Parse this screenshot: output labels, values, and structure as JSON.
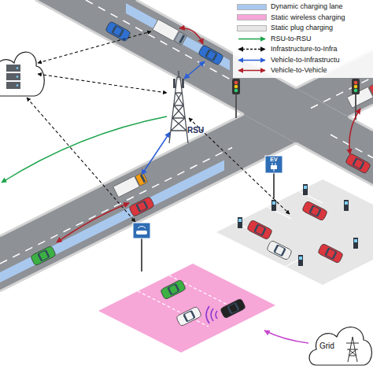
{
  "diagram": {
    "nodes": [
      {
        "text": [
          "RSU"
        ]
      },
      {
        "text": [
          "Grid"
        ]
      }
    ],
    "labels": [
      "EV"
    ],
    "legend": [
      {
        "text": "Dynamic charging lane",
        "color": "#a9c8ee"
      },
      {
        "text": "Static wireless charging",
        "color": "#f7a6d8"
      },
      {
        "text": "Static plug charging",
        "color": "#e6e6e6"
      },
      {
        "text": "RSU-to-RSU"
      },
      {
        "text": "Infrastructure-to-Infra"
      },
      {
        "text": "Vehicle-to-Infrastructu"
      },
      {
        "text": "Vehicle-to-Vehicle"
      }
    ]
  }
}
